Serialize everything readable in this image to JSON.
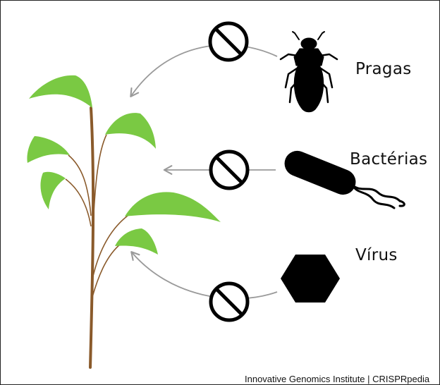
{
  "threats": [
    {
      "label": "Pragas",
      "icon": "insect-icon"
    },
    {
      "label": "Bactérias",
      "icon": "bacterium-icon"
    },
    {
      "label": "Vírus",
      "icon": "virus-hexagon-icon"
    }
  ],
  "credit": "Innovative Genomics Institute | CRISPRpedia",
  "colors": {
    "leaf": "#7ac943",
    "stem": "#8a5a2b",
    "arrow": "#9a9a9a",
    "silhouette": "#000000",
    "border": "#222222"
  }
}
